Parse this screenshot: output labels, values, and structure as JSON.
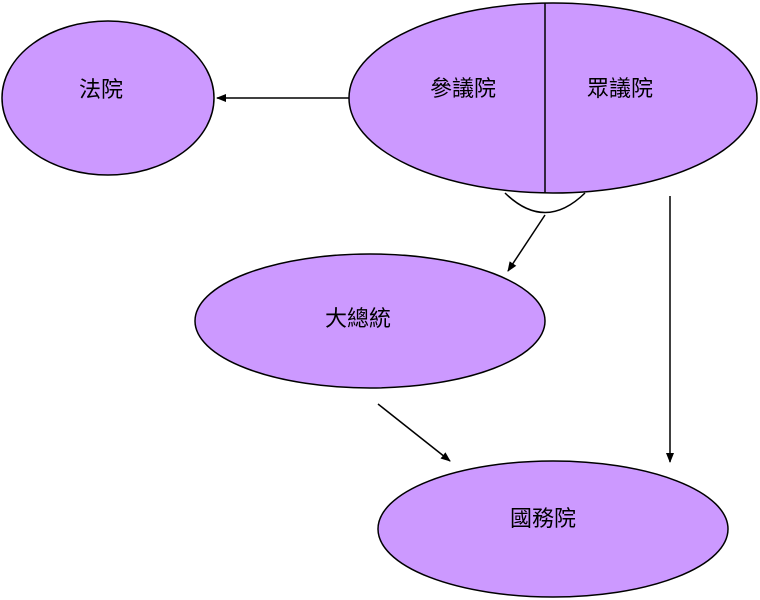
{
  "colors": {
    "node_fill": "#cc99ff",
    "stroke": "#000000"
  },
  "nodes": {
    "court": "法院",
    "senate": "參議院",
    "house": "眾議院",
    "president": "大總統",
    "state_council": "國務院"
  }
}
